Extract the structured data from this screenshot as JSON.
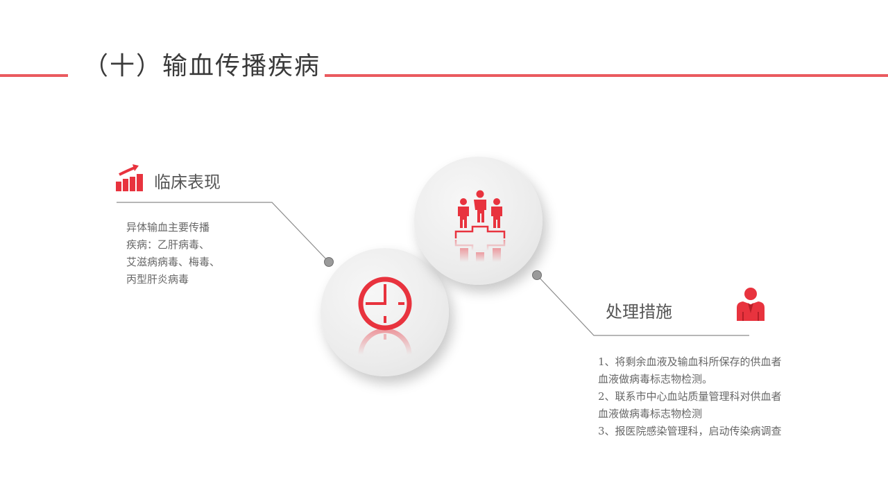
{
  "header": {
    "title": "（十）输血传播疾病",
    "accent_color": "#ea5a5f"
  },
  "left_section": {
    "icon": "bar-chart-growth-icon",
    "title": "临床表现",
    "lines": [
      "异体输血主要传播",
      "疾病：乙肝病毒、",
      "艾滋病病毒、梅毒、",
      "丙型肝炎病毒"
    ]
  },
  "center": {
    "top_circle_icon": "podium-people-icon",
    "bottom_circle_icon": "clock-icon",
    "icon_color": "#e8333e"
  },
  "right_section": {
    "icon": "businessman-icon",
    "title": "处理措施",
    "lines": [
      "1、将剩余血液及输血科所保存的供血者",
      "血液做病毒标志物检测。",
      "2、联系市中心血站质量管理科对供血者",
      "血液做病毒标志物检测",
      "3、报医院感染管理科，启动传染病调查"
    ]
  }
}
